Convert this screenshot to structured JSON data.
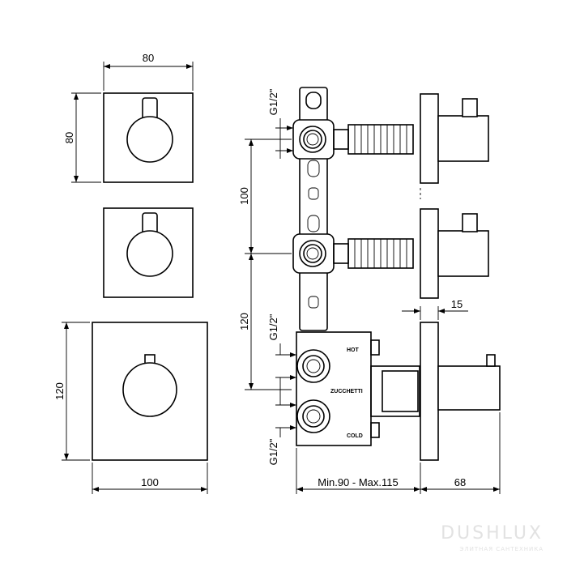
{
  "dimensions": {
    "top_plate_width": "80",
    "top_plate_height": "80",
    "bottom_plate_height": "120",
    "bottom_plate_width": "100",
    "body_spacing_upper": "100",
    "body_spacing_lower": "120",
    "thread_top": "G1/2\"",
    "thread_mid": "G1/2\"",
    "thread_bottom": "G1/2\"",
    "plate_thickness": "15",
    "wall_depth": "Min.90 - Max.115",
    "projection": "68"
  },
  "body_labels": {
    "hot": "HOT",
    "brand": "ZUCCHETTI",
    "cold": "COLD"
  },
  "watermark": {
    "brand": "DUSHLUX",
    "tagline": "ЭЛИТНАЯ САНТЕХНИКА"
  }
}
